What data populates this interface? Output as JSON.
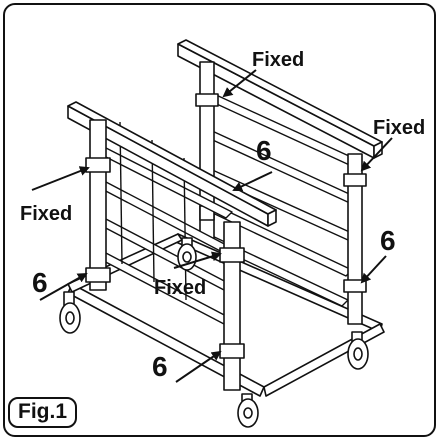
{
  "labels": {
    "fixed_top": "Fixed",
    "fixed_right": "Fixed",
    "fixed_left": "Fixed",
    "fixed_center": "Fixed",
    "six_top": "6",
    "six_right": "6",
    "six_left": "6",
    "six_bottom": "6"
  },
  "caption": "Fig.1"
}
